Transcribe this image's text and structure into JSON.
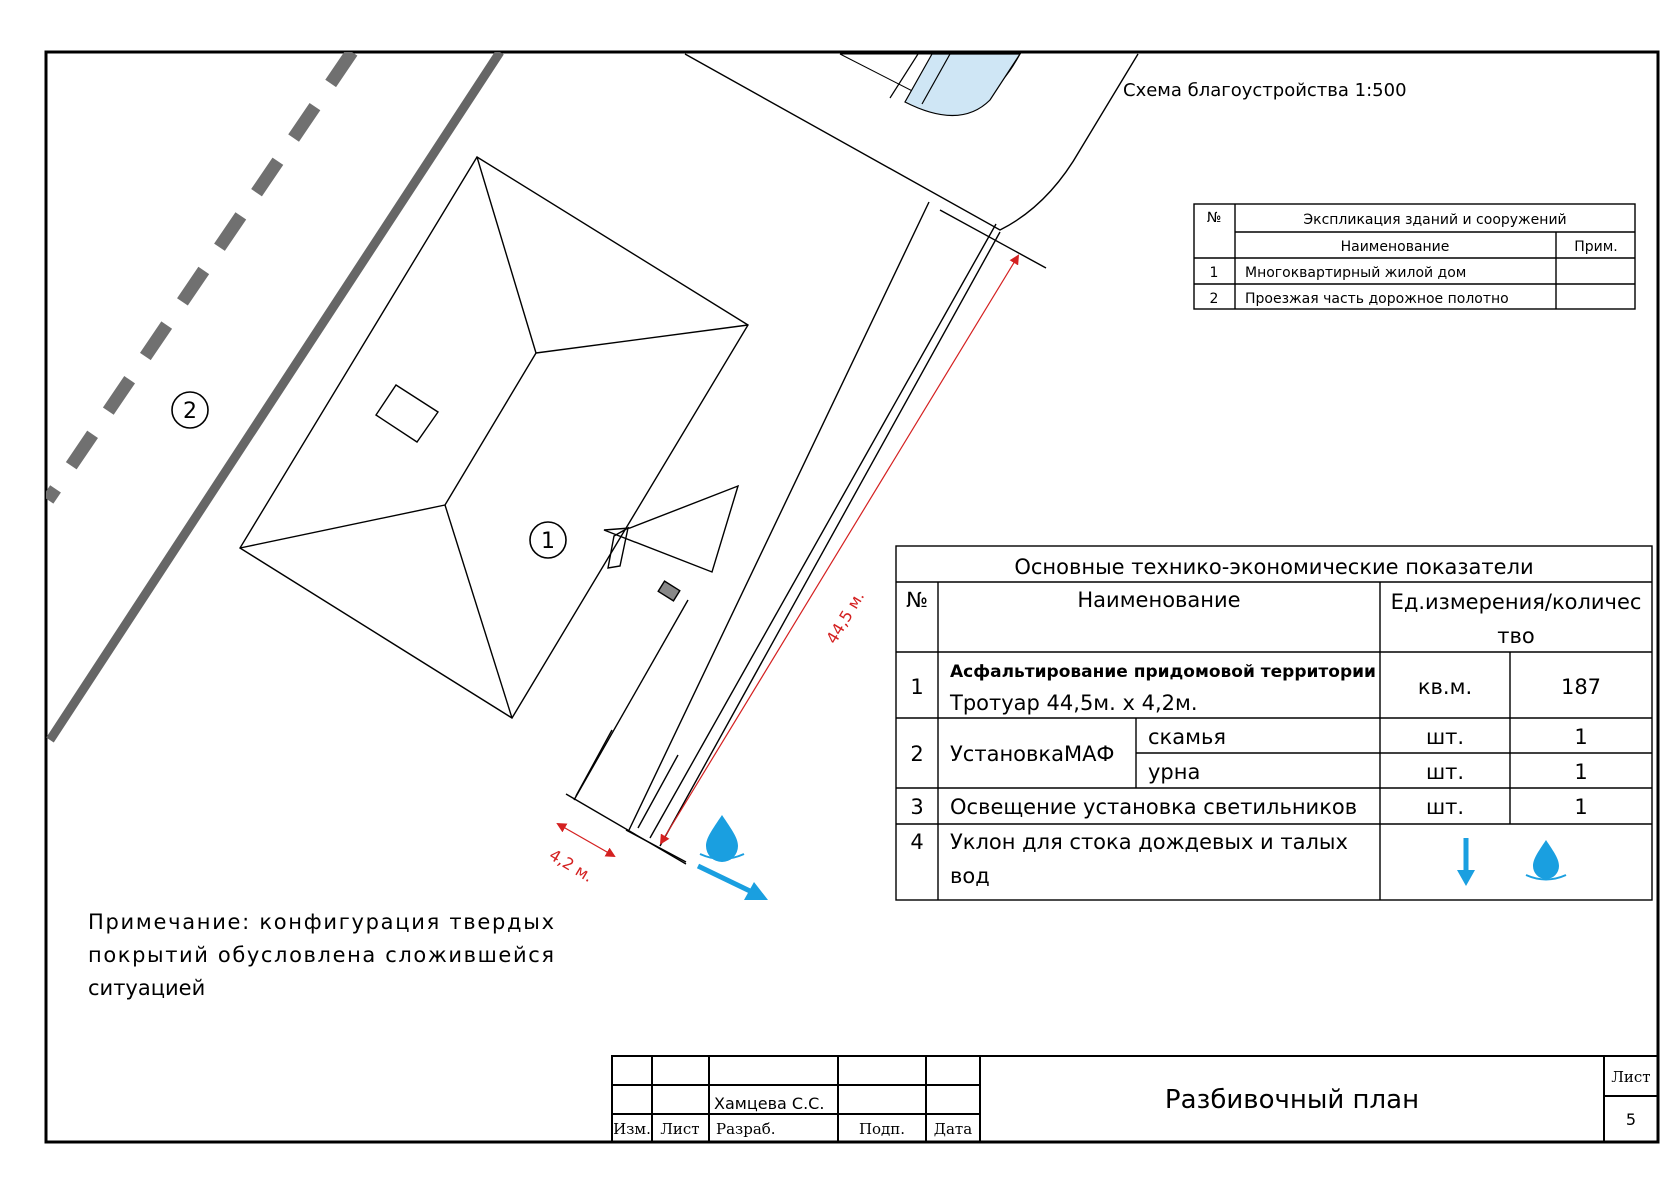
{
  "sheet_title": "Схема благоустройства 1:500",
  "markers": {
    "road": "2",
    "building": "1"
  },
  "dimensions": {
    "length": "44,5 м.",
    "width": "4,2 м."
  },
  "explication": {
    "header_no": "№",
    "header_title": "Экспликация зданий и сооружений",
    "header_name": "Наименование",
    "header_note": "Прим.",
    "rows": [
      {
        "no": "1",
        "name": "Многоквартирный жилой дом",
        "note": ""
      },
      {
        "no": "2",
        "name": "Проезжая часть дорожное полотно",
        "note": ""
      }
    ]
  },
  "tep": {
    "title": "Основные технико-экономические показатели",
    "header_no": "№",
    "header_name": "Наименование",
    "header_unit_line1": "Ед.измерения/количес",
    "header_unit_line2": "тво",
    "rows": [
      {
        "no": "1",
        "name_bold": "Асфальтирование придомовой территории",
        "name": "Тротуар 44,5м. х 4,2м.",
        "unit": "кв.м.",
        "qty": "187"
      },
      {
        "no": "2",
        "name": "УстановкаМАФ",
        "sub": [
          {
            "name": "скамья",
            "unit": "шт.",
            "qty": "1"
          },
          {
            "name": "урна",
            "unit": "шт.",
            "qty": "1"
          }
        ]
      },
      {
        "no": "3",
        "name": "Освещение установка светильников",
        "unit": "шт.",
        "qty": "1"
      },
      {
        "no": "4",
        "name_line1": "Уклон для стока дождевых и талых",
        "name_line2": "вод"
      }
    ]
  },
  "note": {
    "line1": "Примечание: конфигурация твердых",
    "line2": "покрытий обусловлена сложившейся",
    "line3": "ситуацией"
  },
  "stamp": {
    "izm": "Изм.",
    "list": "Лист",
    "razrab": "Разраб.",
    "podp": "Подп.",
    "data": "Дата",
    "author": "Хамцева С.С.",
    "title": "Разбивочный план",
    "sheet_label": "Лист",
    "sheet_no": "5"
  },
  "colors": {
    "dimension": "#d42020",
    "water": "#1a9fe0",
    "road_mark": "#707070",
    "pond": "#cfe6f5"
  },
  "icons": [
    "water-drop-icon",
    "arrow-down-icon",
    "arrow-diagonal-icon"
  ]
}
